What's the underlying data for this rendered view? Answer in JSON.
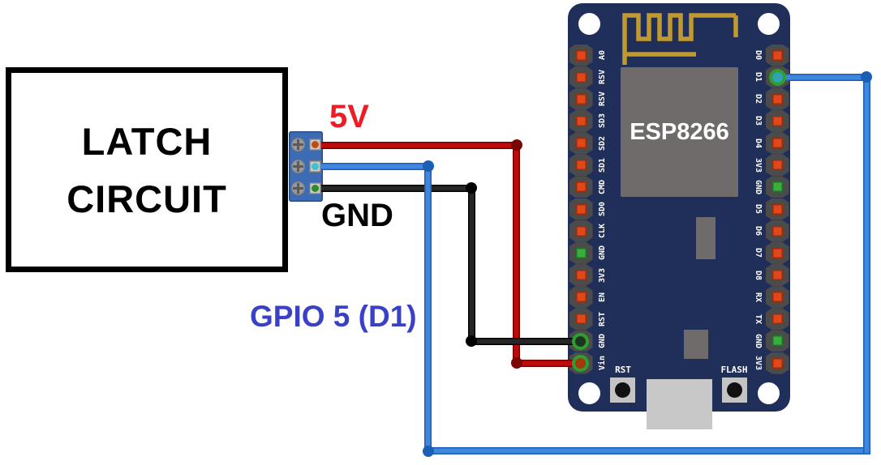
{
  "latch_box": {
    "line1": "LATCH",
    "line2": "CIRCUIT"
  },
  "wire_labels": {
    "power": "5V",
    "ground": "GND",
    "signal": "GPIO 5 (D1)"
  },
  "esp_board": {
    "chip_label": "ESP8266",
    "left_pins": [
      {
        "label": "A0",
        "pad": "red"
      },
      {
        "label": "RSV",
        "pad": "red"
      },
      {
        "label": "RSV",
        "pad": "red"
      },
      {
        "label": "SD3",
        "pad": "red"
      },
      {
        "label": "SD2",
        "pad": "red"
      },
      {
        "label": "SD1",
        "pad": "red"
      },
      {
        "label": "CMD",
        "pad": "red"
      },
      {
        "label": "SD0",
        "pad": "red"
      },
      {
        "label": "CLK",
        "pad": "red"
      },
      {
        "label": "GND",
        "pad": "green"
      },
      {
        "label": "3V3",
        "pad": "red"
      },
      {
        "label": "EN",
        "pad": "red"
      },
      {
        "label": "RST",
        "pad": "red"
      },
      {
        "label": "GND",
        "pad": "none"
      },
      {
        "label": "Vin",
        "pad": "none"
      }
    ],
    "right_pins": [
      {
        "label": "D0",
        "pad": "red"
      },
      {
        "label": "D1",
        "pad": "none"
      },
      {
        "label": "D2",
        "pad": "red"
      },
      {
        "label": "D3",
        "pad": "red"
      },
      {
        "label": "D4",
        "pad": "red"
      },
      {
        "label": "3V3",
        "pad": "red"
      },
      {
        "label": "GND",
        "pad": "green"
      },
      {
        "label": "D5",
        "pad": "red"
      },
      {
        "label": "D6",
        "pad": "red"
      },
      {
        "label": "D7",
        "pad": "red"
      },
      {
        "label": "D8",
        "pad": "red"
      },
      {
        "label": "RX",
        "pad": "red"
      },
      {
        "label": "TX",
        "pad": "red"
      },
      {
        "label": "GND",
        "pad": "green"
      },
      {
        "label": "3V3",
        "pad": "red"
      }
    ],
    "buttons": {
      "reset": "RST",
      "flash": "FLASH"
    }
  },
  "connections": [
    {
      "wire": "5V",
      "color": "red",
      "from": "latch-terminal-top",
      "to": "Vin"
    },
    {
      "wire": "GPIO 5 (D1)",
      "color": "blue",
      "from": "latch-terminal-middle",
      "to": "D1"
    },
    {
      "wire": "GND",
      "color": "black",
      "from": "latch-terminal-bottom",
      "to": "GND"
    }
  ],
  "colors": {
    "board": "#202F5A",
    "chip": "#6F6B6B",
    "antenna": "#C09A30",
    "pin_red": "#E0481C",
    "pin_green": "#3DAC3F",
    "wire_red": "#BE0B0B",
    "wire_black": "#262626",
    "wire_blue": "#3F86DE",
    "label_5v": "#EE1C24",
    "label_gnd": "#000000",
    "label_gpio": "#3A41C6",
    "terminal_body": "#3D6CB4",
    "ring_green": "#2F9E2F",
    "ring_center_blue": "#2FA3B2",
    "ring_center_red": "#A03A0E",
    "ring_center_black": "#1E3320"
  }
}
